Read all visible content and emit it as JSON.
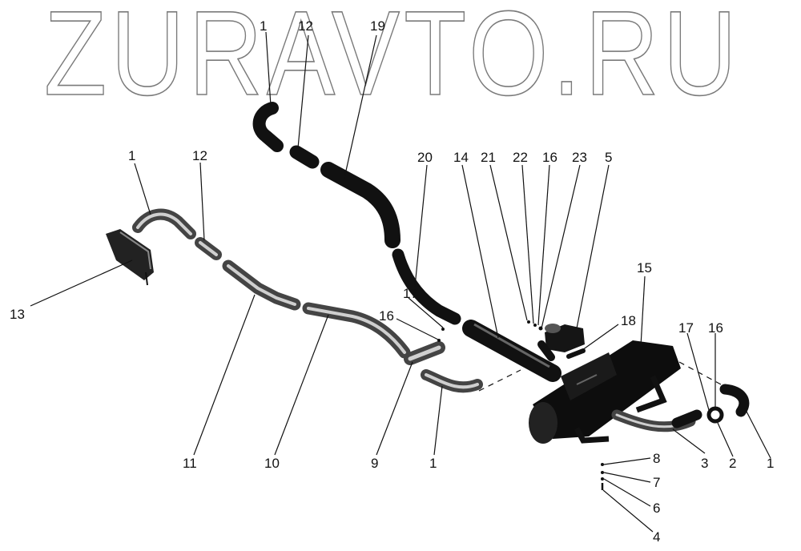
{
  "watermark": "ZURAVTO.RU",
  "labels": {
    "top_1": "1",
    "top_12": "12",
    "top_19": "19",
    "left_1": "1",
    "left_12": "12",
    "left_13": "13",
    "l20": "20",
    "l14": "14",
    "l21": "21",
    "l22": "22",
    "l16a": "16",
    "l23": "23",
    "l5": "5",
    "l15": "15",
    "l18": "18",
    "l17a": "17",
    "l16b": "16",
    "l17b": "17",
    "l16c": "16",
    "b11": "11",
    "b10": "10",
    "b9": "9",
    "b1m": "1",
    "b3": "3",
    "b2": "2",
    "b1r": "1",
    "l8": "8",
    "l7": "7",
    "l6": "6",
    "l4": "4"
  }
}
